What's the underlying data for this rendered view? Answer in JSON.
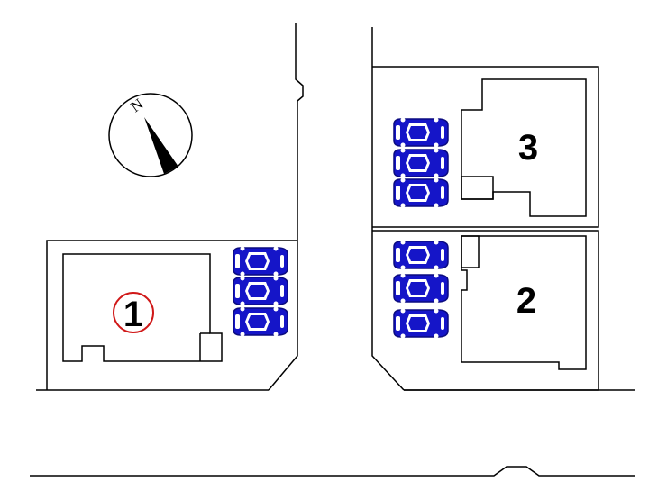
{
  "compass": {
    "label": "N"
  },
  "lots": [
    {
      "number": "1",
      "parking_spaces": 3,
      "highlighted": true
    },
    {
      "number": "2",
      "parking_spaces": 3,
      "highlighted": false
    },
    {
      "number": "3",
      "parking_spaces": 3,
      "highlighted": false
    }
  ],
  "colors": {
    "line": "#000000",
    "car_body": "#1515c8",
    "car_glass": "#ffffff",
    "highlight_circle": "#d01818"
  },
  "icons": {
    "car": "car-top-view-icon",
    "compass": "north-arrow-icon"
  }
}
